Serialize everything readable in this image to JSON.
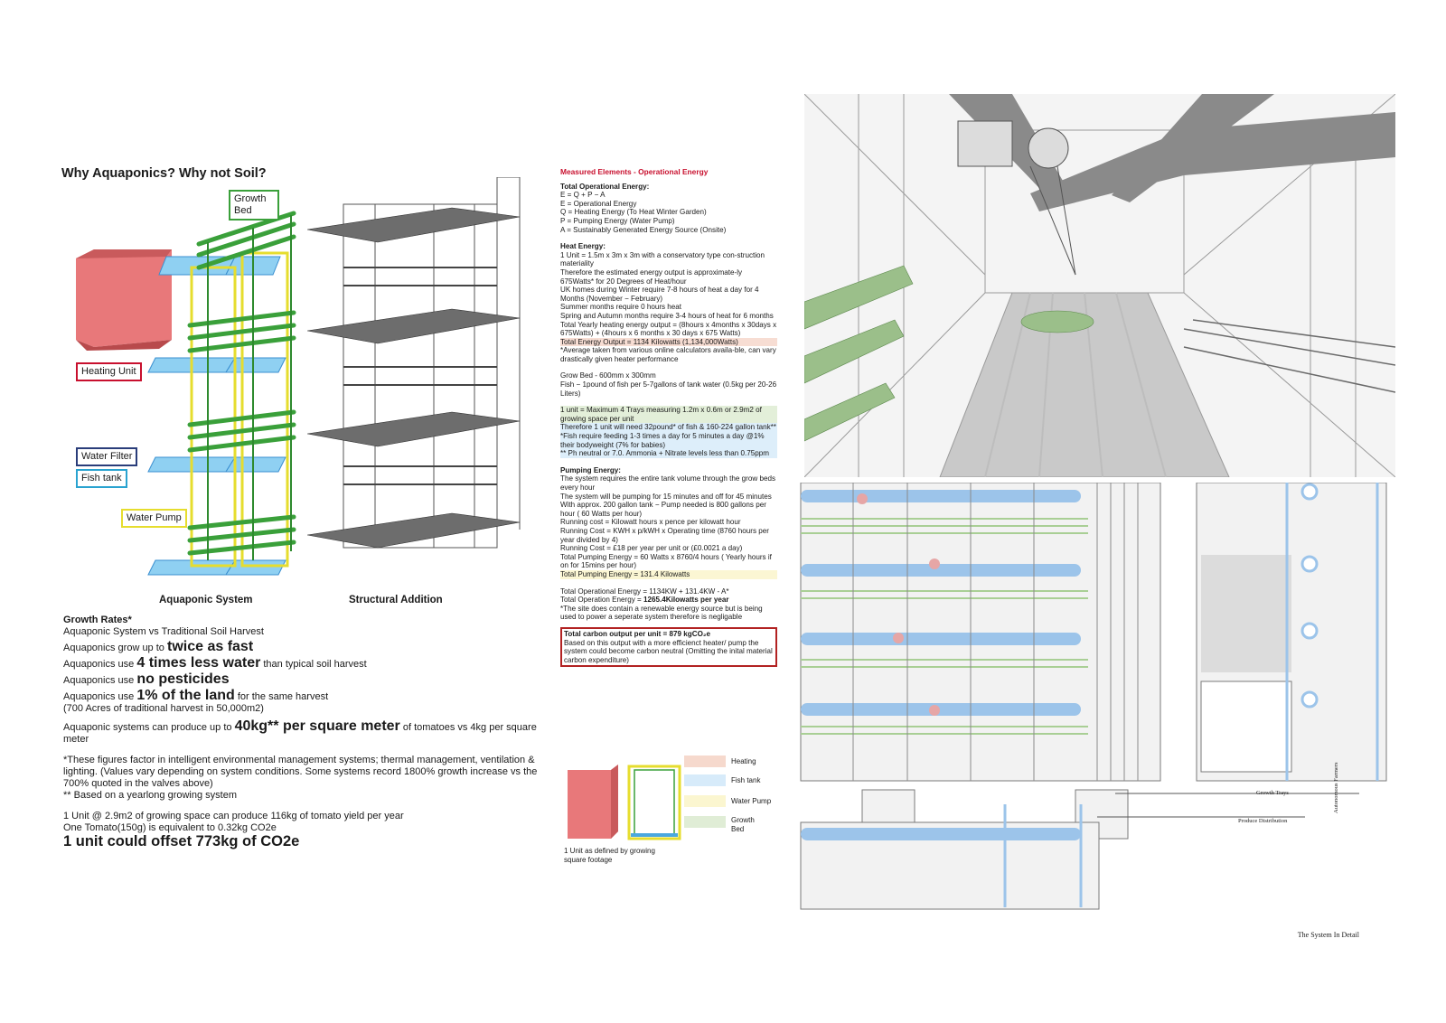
{
  "title": "Why Aquaponics? Why not Soil?",
  "callouts": {
    "growth_bed": "Growth Bed",
    "heating_unit": "Heating Unit",
    "water_filter": "Water Filter",
    "fish_tank": "Fish tank",
    "water_pump": "Water Pump"
  },
  "captions": {
    "aquaponic_system": "Aquaponic System",
    "structural_addition": "Structural Addition",
    "system_in_detail": "The System In Detail",
    "growth_trays": "Growth Trays",
    "produce_distribution": "Produce Distribution",
    "autonomous_farmers": "Autonomous Farmers",
    "unit_defined": "1 Unit as defined by growing square footage"
  },
  "growth_rates": {
    "heading": "Growth Rates*",
    "subheading": "Aquaponic System vs Traditional Soil Harvest",
    "line1_pre": "Aquaponics grow up to",
    "line1_big": "twice as fast",
    "line2_pre": "Aquaponics use",
    "line2_big": "4 times less water",
    "line2_post": "than typical soil harvest",
    "line3_pre": "Aquaponics use",
    "line3_big": "no pesticides",
    "line4_pre": "Aquaponics use",
    "line4_big": "1% of the land",
    "line4_post": "for the same harvest",
    "line4_note": "(700 Acres of traditional harvest in 50,000m2)",
    "line5_pre": "Aquaponic systems can produce up to",
    "line5_big": "40kg** per square meter",
    "line5_post": "of tomatoes vs 4kg per square meter",
    "footnote1": "*These figures factor in intelligent environmental management systems; thermal management, ventilation & lighting. (Values vary depending on system conditions. Some systems record 1800% growth increase vs the 700% quoted in the valves above)",
    "footnote2": "** Based on a yearlong growing system",
    "unit_yield": "1 Unit @ 2.9m2 of growing space can produce 116kg of tomato yield per year",
    "tomato_eq": "One Tomato(150g) is equivalent to 0.32kg CO2e",
    "offset": "1 unit could offset 773kg of CO2e"
  },
  "energy": {
    "heading": "Measured Elements - Operational Energy",
    "total_heading": "Total Operational Energy:",
    "total_lines": [
      "E = Q + P − A",
      "E = Operational Energy",
      "Q = Heating Energy (To Heat Winter Garden)",
      "P = Pumping Energy (Water Pump)",
      "A = Sustainably Generated Energy Source (Onsite)"
    ],
    "heat_heading": "Heat Energy:",
    "heat_lines": [
      "1 Unit = 1.5m x 3m x 3m with a conservatory type con-struction materiality",
      "Therefore the estimated energy output is approximate-ly 675Watts* for 20 Degrees of Heat/hour",
      "UK homes during Winter require 7-8 hours of heat a day for 4 Months (November − February)",
      "Summer months require 0 hours heat",
      "Spring and Autumn months require 3-4 hours of heat for 6 months",
      "Total Yearly heating energy output = (8hours x 4months x 30days x 675Watts) + (4hours x 6 months x 30 days x 675 Watts)"
    ],
    "heat_total": "Total Energy Output = 1134 Kilowatts (1,134,000Watts)",
    "heat_note": "*Average taken from various online calculators availa-ble, can vary drastically given heater performance",
    "grow_bed": "Grow Bed - 600mm x 300mm",
    "fish_ratio": "Fish − 1pound of fish per 5-7gallons of tank water (0.5kg per 20-26 Liters)",
    "green_line": "1 unit = Maximum 4 Trays measuring 1.2m x 0.6m or 2.9m2 of growing space per unit",
    "blue_lines": [
      "Therefore 1 unit will need 32pound* of fish & 160-224 gallon tank**",
      "*Fish require feeding 1-3 times a day for 5 minutes a day @1% their bodyweight (7% for babies)",
      "** Ph neutral or 7.0. Ammonia + Nitrate levels less than 0.75ppm"
    ],
    "pump_heading": "Pumping Energy:",
    "pump_lines": [
      "The system requires the entire tank volume through the grow beds every hour",
      "The system will be pumping for 15 minutes and off for 45 minutes",
      "With approx. 200 gallon tank − Pump needed is 800 gallons per hour ( 60 Watts per hour)",
      "Running cost = Kilowatt hours x pence per kilowatt hour",
      "Running Cost = KWH x p/kWH x Operating time (8760 hours per year divided by 4)",
      "Running Cost = £18 per year per unit or (£0.0021 a day)",
      "Total Pumping Energy = 60 Watts x 8760/4 hours ( Yearly hours if on for 15mins per hour)"
    ],
    "pump_total": "Total Pumping Energy = 131.4 Kilowatts",
    "op_total": "Total Operational Energy = 1134KW + 131.4KW - A*",
    "op_value_pre": "Total Operation Energy = ",
    "op_value": "1265.4Kilowatts per year",
    "op_note": "*The site does contain a renewable energy source but is being used to power a seperate system therefore is negligable",
    "carbon_heading": "Total carbon output per unit = 879 kgCO₂e",
    "carbon_text": "Based on this output with a more efficienct heater/ pump the system could become carbon neutral (Omitting the inital material carbon expenditure)"
  },
  "legend": [
    {
      "label": "Heating",
      "color": "#f6d9cd"
    },
    {
      "label": "Fish tank",
      "color": "#d7ebfa"
    },
    {
      "label": "Water Pump",
      "color": "#fbf6d0"
    },
    {
      "label": "Growth Bed",
      "color": "#e0edd6"
    }
  ],
  "colors": {
    "heating": "#e8787a",
    "growth": "#3aa03a",
    "pump": "#e8e03a",
    "tank": "#4aa8e0",
    "filter": "#2a3d7a",
    "pipe_blue": "#9cc4ea"
  }
}
